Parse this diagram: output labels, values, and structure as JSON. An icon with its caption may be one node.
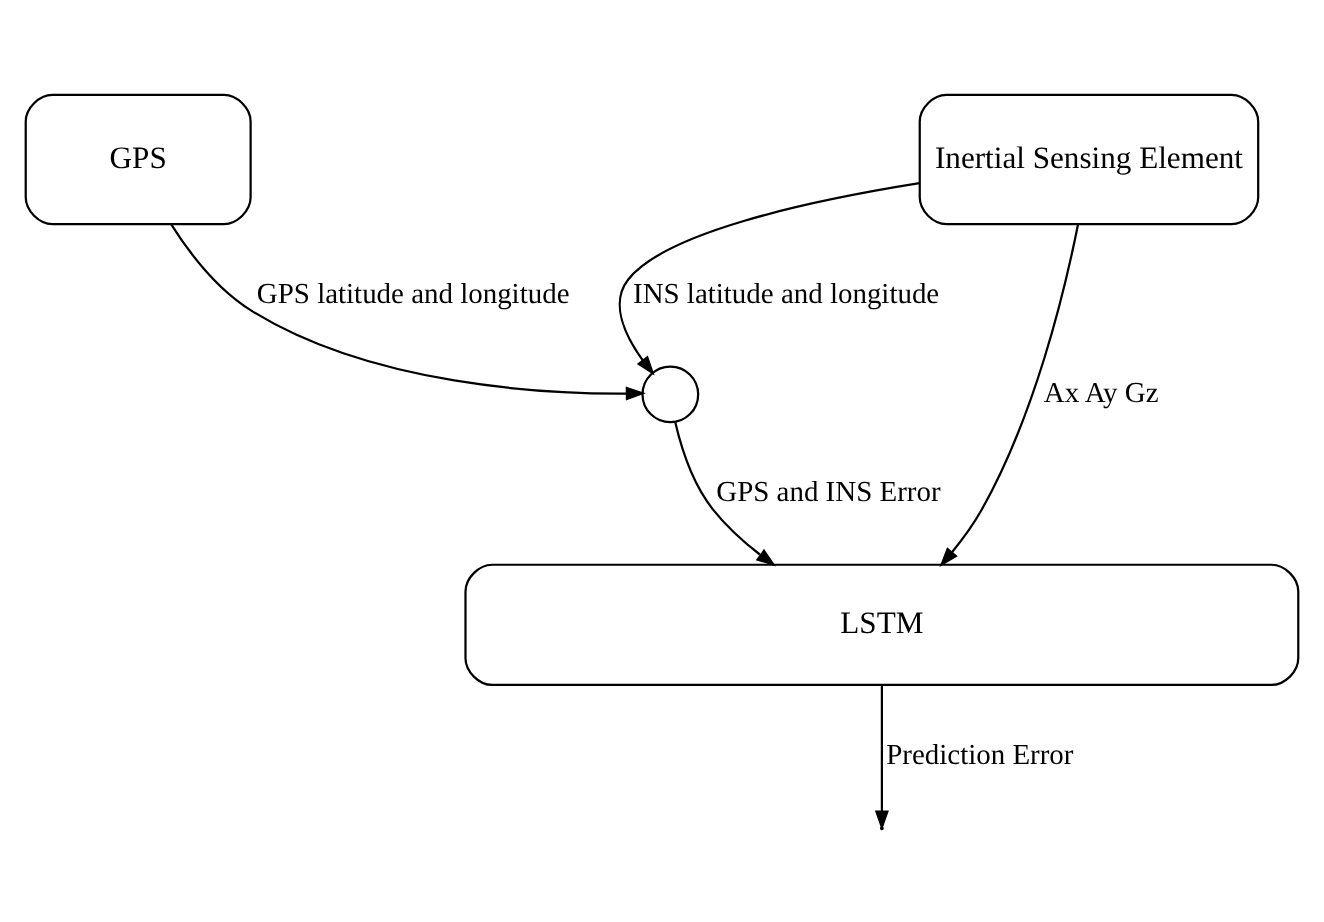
{
  "diagram": {
    "nodes": [
      {
        "text": [
          "GPS"
        ]
      },
      {
        "text": [
          "Inertial Sensing Element"
        ]
      },
      {
        "text": [],
        "shape": "circle"
      },
      {
        "text": [
          "LSTM"
        ]
      }
    ],
    "edges": [
      {
        "from": 0,
        "to": 2,
        "arrow": "to",
        "label": "GPS latitude and longitude"
      },
      {
        "from": 1,
        "to": 2,
        "arrow": "to",
        "label": "INS latitude and longitude"
      },
      {
        "from": 2,
        "to": 3,
        "arrow": "to",
        "label": "GPS and INS Error"
      },
      {
        "from": 1,
        "to": 3,
        "arrow": "to",
        "label": "Ax Ay Gz"
      },
      {
        "from": 3,
        "to": null,
        "arrow": "to",
        "label": "Prediction Error"
      }
    ]
  }
}
